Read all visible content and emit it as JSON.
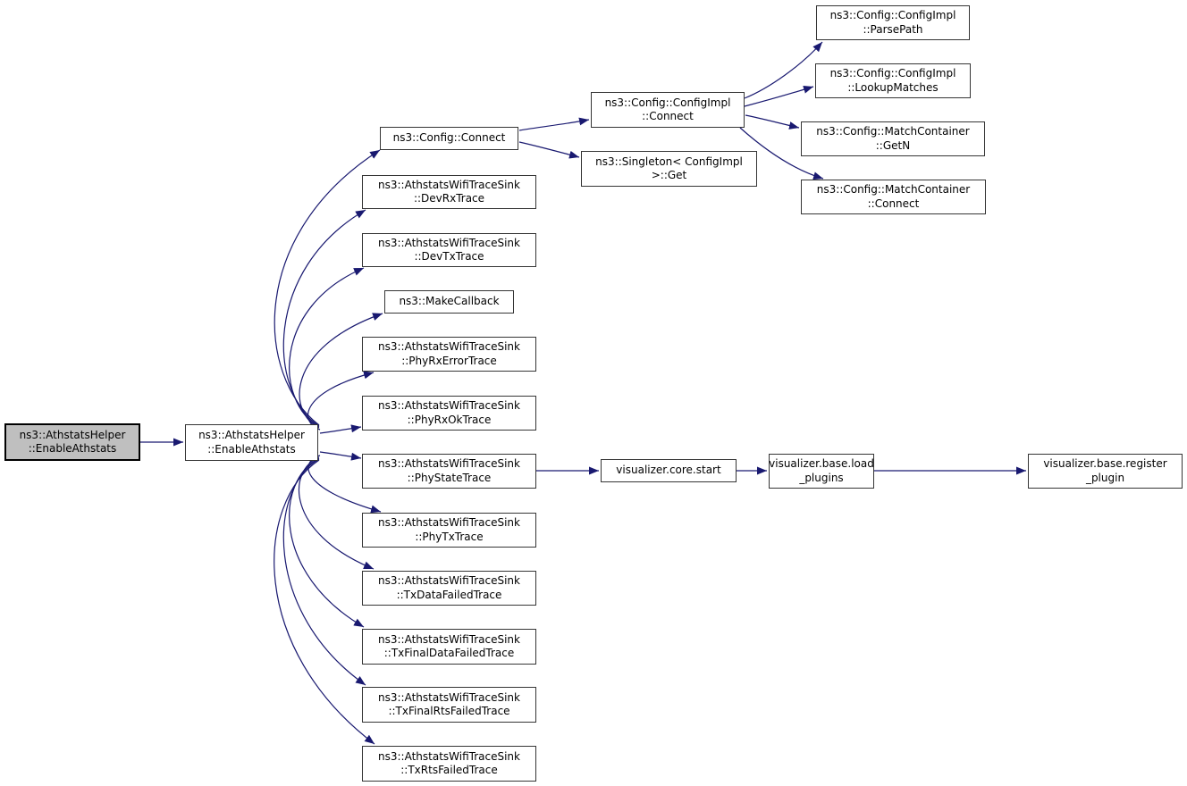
{
  "diagram": {
    "type": "doxygen-call-graph",
    "style": {
      "background": "#ffffff",
      "edge_color": "#191970",
      "node_fill": "#ffffff",
      "node_border": "#353535",
      "root_fill": "#bfbfbf",
      "root_border": "#000000",
      "text_color": "#000000"
    },
    "nodes": [
      {
        "id": "enable-athstats-root",
        "lines": [
          "ns3::AthstatsHelper",
          "::EnableAthstats"
        ],
        "root": true
      },
      {
        "id": "enable-athstats-hub",
        "lines": [
          "ns3::AthstatsHelper",
          "::EnableAthstats"
        ],
        "root": false
      },
      {
        "id": "config-connect",
        "lines": [
          "ns3::Config::Connect"
        ],
        "root": false
      },
      {
        "id": "dev-rx-trace",
        "lines": [
          "ns3::AthstatsWifiTraceSink",
          "::DevRxTrace"
        ],
        "root": false
      },
      {
        "id": "dev-tx-trace",
        "lines": [
          "ns3::AthstatsWifiTraceSink",
          "::DevTxTrace"
        ],
        "root": false
      },
      {
        "id": "make-callback",
        "lines": [
          "ns3::MakeCallback"
        ],
        "root": false
      },
      {
        "id": "phy-rx-error-trace",
        "lines": [
          "ns3::AthstatsWifiTraceSink",
          "::PhyRxErrorTrace"
        ],
        "root": false
      },
      {
        "id": "phy-rx-ok-trace",
        "lines": [
          "ns3::AthstatsWifiTraceSink",
          "::PhyRxOkTrace"
        ],
        "root": false
      },
      {
        "id": "phy-state-trace",
        "lines": [
          "ns3::AthstatsWifiTraceSink",
          "::PhyStateTrace"
        ],
        "root": false
      },
      {
        "id": "phy-tx-trace",
        "lines": [
          "ns3::AthstatsWifiTraceSink",
          "::PhyTxTrace"
        ],
        "root": false
      },
      {
        "id": "tx-data-failed-trace",
        "lines": [
          "ns3::AthstatsWifiTraceSink",
          "::TxDataFailedTrace"
        ],
        "root": false
      },
      {
        "id": "tx-final-data-failed-trace",
        "lines": [
          "ns3::AthstatsWifiTraceSink",
          "::TxFinalDataFailedTrace"
        ],
        "root": false
      },
      {
        "id": "tx-final-rts-failed-trace",
        "lines": [
          "ns3::AthstatsWifiTraceSink",
          "::TxFinalRtsFailedTrace"
        ],
        "root": false
      },
      {
        "id": "tx-rts-failed-trace",
        "lines": [
          "ns3::AthstatsWifiTraceSink",
          "::TxRtsFailedTrace"
        ],
        "root": false
      },
      {
        "id": "configimpl-connect",
        "lines": [
          "ns3::Config::ConfigImpl",
          "::Connect"
        ],
        "root": false
      },
      {
        "id": "singleton-get",
        "lines": [
          "ns3::Singleton< ConfigImpl",
          ">::Get"
        ],
        "root": false
      },
      {
        "id": "configimpl-parsepath",
        "lines": [
          "ns3::Config::ConfigImpl",
          "::ParsePath"
        ],
        "root": false
      },
      {
        "id": "configimpl-lookupmatches",
        "lines": [
          "ns3::Config::ConfigImpl",
          "::LookupMatches"
        ],
        "root": false
      },
      {
        "id": "matchcontainer-getn",
        "lines": [
          "ns3::Config::MatchContainer",
          "::GetN"
        ],
        "root": false
      },
      {
        "id": "matchcontainer-connect",
        "lines": [
          "ns3::Config::MatchContainer",
          "::Connect"
        ],
        "root": false
      },
      {
        "id": "visualizer-core-start",
        "lines": [
          "visualizer.core.start"
        ],
        "root": false
      },
      {
        "id": "visualizer-base-load-plugins",
        "lines": [
          "visualizer.base.load",
          "_plugins"
        ],
        "root": false
      },
      {
        "id": "visualizer-base-register-plugin",
        "lines": [
          "visualizer.base.register",
          "_plugin"
        ],
        "root": false
      }
    ],
    "edges": [
      {
        "from": "enable-athstats-root",
        "to": "enable-athstats-hub"
      },
      {
        "from": "enable-athstats-hub",
        "to": "config-connect"
      },
      {
        "from": "enable-athstats-hub",
        "to": "dev-rx-trace"
      },
      {
        "from": "enable-athstats-hub",
        "to": "dev-tx-trace"
      },
      {
        "from": "enable-athstats-hub",
        "to": "make-callback"
      },
      {
        "from": "enable-athstats-hub",
        "to": "phy-rx-error-trace"
      },
      {
        "from": "enable-athstats-hub",
        "to": "phy-rx-ok-trace"
      },
      {
        "from": "enable-athstats-hub",
        "to": "phy-state-trace"
      },
      {
        "from": "enable-athstats-hub",
        "to": "phy-tx-trace"
      },
      {
        "from": "enable-athstats-hub",
        "to": "tx-data-failed-trace"
      },
      {
        "from": "enable-athstats-hub",
        "to": "tx-final-data-failed-trace"
      },
      {
        "from": "enable-athstats-hub",
        "to": "tx-final-rts-failed-trace"
      },
      {
        "from": "enable-athstats-hub",
        "to": "tx-rts-failed-trace"
      },
      {
        "from": "config-connect",
        "to": "configimpl-connect"
      },
      {
        "from": "config-connect",
        "to": "singleton-get"
      },
      {
        "from": "configimpl-connect",
        "to": "configimpl-parsepath"
      },
      {
        "from": "configimpl-connect",
        "to": "configimpl-lookupmatches"
      },
      {
        "from": "configimpl-connect",
        "to": "matchcontainer-getn"
      },
      {
        "from": "configimpl-connect",
        "to": "matchcontainer-connect"
      },
      {
        "from": "phy-state-trace",
        "to": "visualizer-core-start"
      },
      {
        "from": "visualizer-core-start",
        "to": "visualizer-base-load-plugins"
      },
      {
        "from": "visualizer-base-load-plugins",
        "to": "visualizer-base-register-plugin"
      }
    ]
  }
}
